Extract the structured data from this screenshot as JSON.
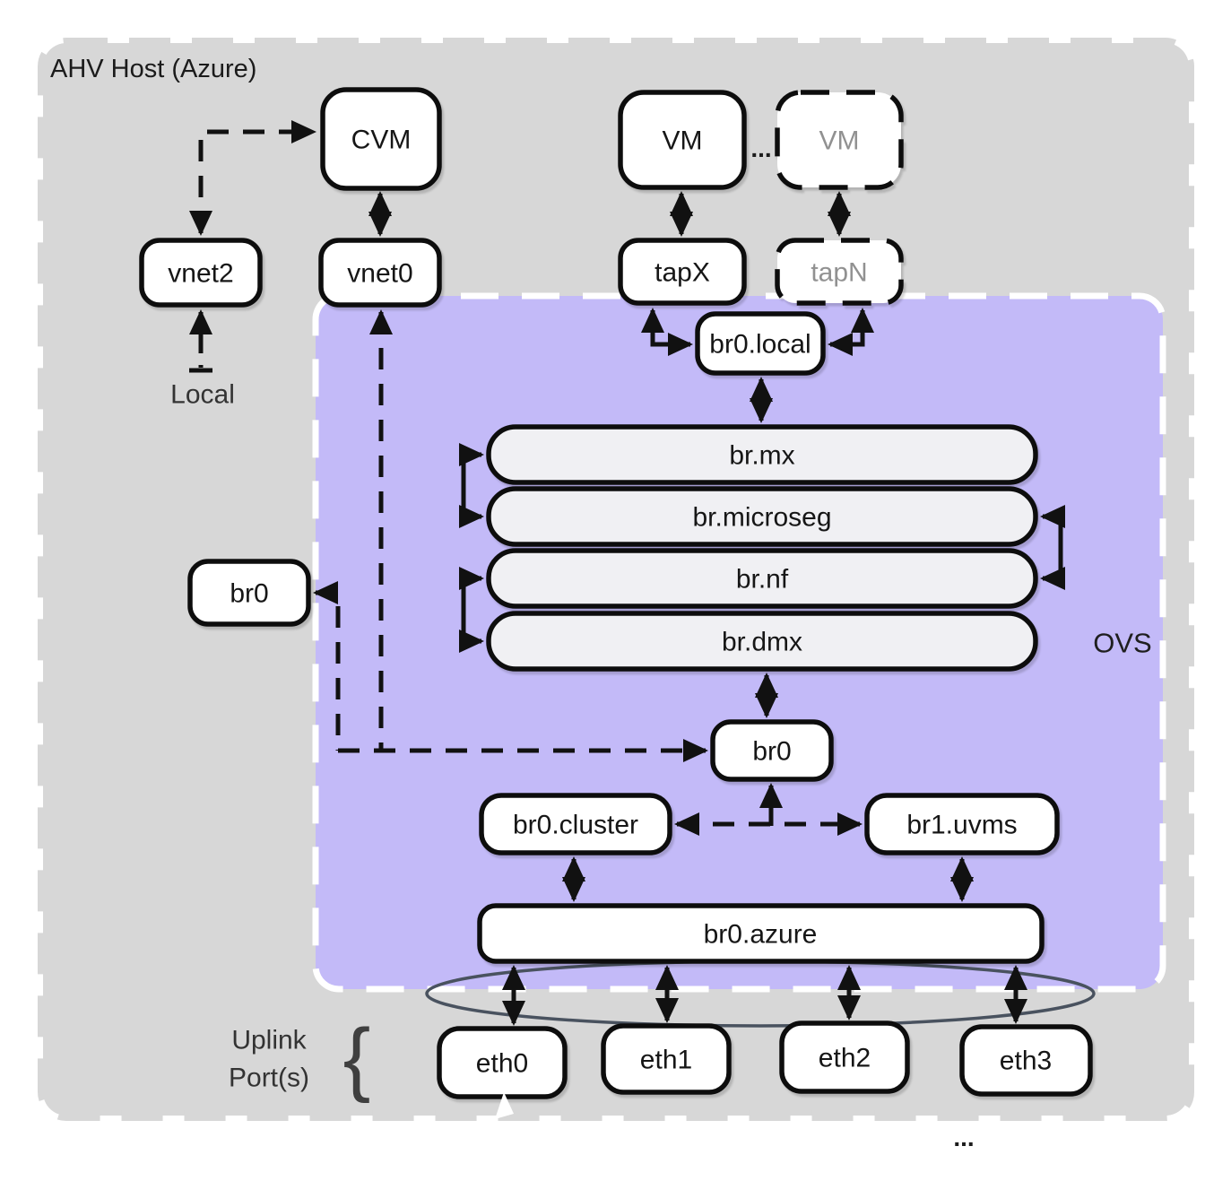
{
  "host": {
    "title": "AHV Host (Azure)"
  },
  "ovs": {
    "label": "OVS"
  },
  "nodes": {
    "cvm": "CVM",
    "vm1": "VM",
    "vm2": "VM",
    "vnet2": "vnet2",
    "vnet0": "vnet0",
    "tapx": "tapX",
    "tapn": "tapN",
    "br0_local": "br0.local",
    "br_mx": "br.mx",
    "br_microseg": "br.microseg",
    "br_nf": "br.nf",
    "br_dmx": "br.dmx",
    "br0_host": "br0",
    "br0": "br0",
    "br0_cluster": "br0.cluster",
    "br1_uvms": "br1.uvms",
    "br0_azure": "br0.azure",
    "eth0": "eth0",
    "eth1": "eth1",
    "eth2": "eth2",
    "eth3": "eth3"
  },
  "labels": {
    "local": "Local",
    "uplink_line1": "Uplink",
    "uplink_line2": "Port(s)",
    "brace": "{",
    "vm_ellipsis": "...",
    "bottom_ellipsis": "..."
  },
  "colors": {
    "host_bg": "#d7d7d7",
    "ovs_bg": "#c3baf8",
    "node_fill": "#ffffff",
    "bridge_fill": "#f0f0f3",
    "line": "#111111",
    "muted": "#919191",
    "ellipse": "#49525f"
  }
}
